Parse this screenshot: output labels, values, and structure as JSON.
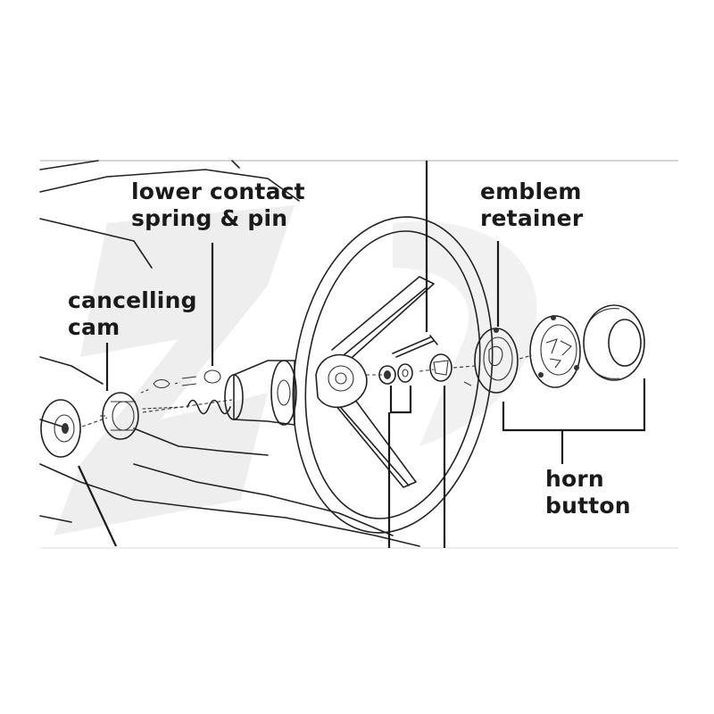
{
  "labels": {
    "lower_contact": "lower contact\nspring & pin",
    "cancelling_cam": "cancelling\ncam",
    "emblem_retainer": "emblem\nretainer",
    "horn_button": "horn\nbutton"
  },
  "colors": {
    "ink": "#222222",
    "watermark": "#eeeeee",
    "frame": "#bbbbbb",
    "background": "#ffffff"
  }
}
